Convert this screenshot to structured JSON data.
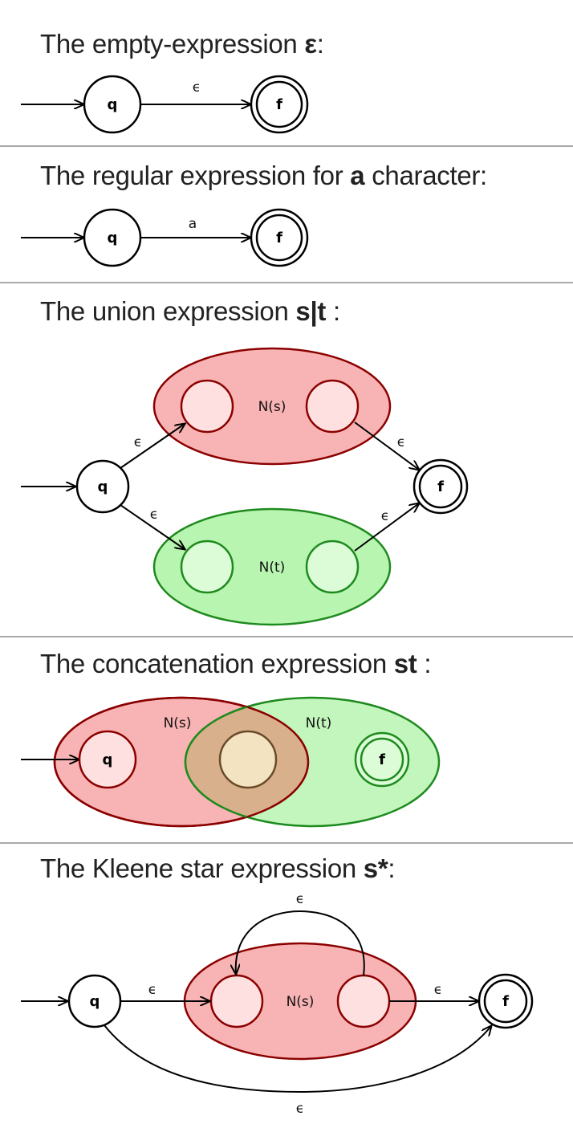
{
  "sections": [
    {
      "title_prefix": "The empty-expression ",
      "title_bold": "ε",
      "title_suffix": ":",
      "edge_label": "ϵ"
    },
    {
      "title_prefix": "The regular expression for ",
      "title_bold": "a",
      "title_suffix": " character:",
      "edge_label": "a"
    },
    {
      "title_prefix": "The union expression ",
      "title_bold": "s|t",
      "title_suffix": " :",
      "edge_label": "ϵ",
      "sub_s": "N(s)",
      "sub_t": "N(t)"
    },
    {
      "title_prefix": "The concatenation expression ",
      "title_bold": "st",
      "title_suffix": " :",
      "sub_s": "N(s)",
      "sub_t": "N(t)"
    },
    {
      "title_prefix": "The Kleene star expression ",
      "title_bold": "s*",
      "title_suffix": ":",
      "edge_label": "ϵ",
      "sub_s": "N(s)"
    }
  ],
  "states": {
    "start": "q",
    "final": "f"
  },
  "colors": {
    "red_fill": "#f8b4b4",
    "red_stroke": "#8b0000",
    "green_fill": "#b8f5b0",
    "green_stroke": "#1e8a1e",
    "overlap_fill": "#d9b08c",
    "inner_fill": "#ffe0e0",
    "divider": "#a9a9a9"
  }
}
